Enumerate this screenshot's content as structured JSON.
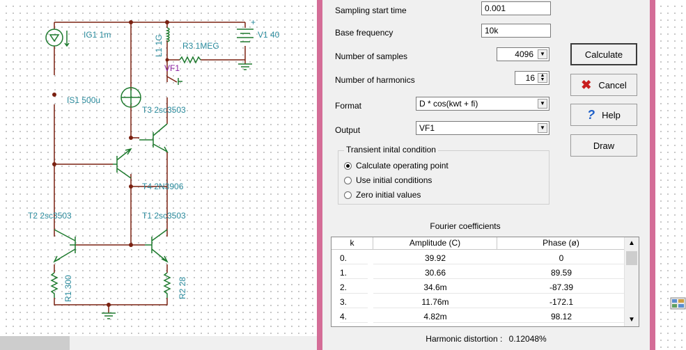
{
  "schematic": {
    "labels": {
      "ig1": "IG1 1m",
      "l1": "L1 1G",
      "r3": "R3 1MEG",
      "v1": "V1 40",
      "vf1": "VF1",
      "is1": "IS1 500u",
      "t3": "T3 2sc3503",
      "t4": "T4 2N3906",
      "t2": "T2 2sc3503",
      "t1": "T1 2sc3503",
      "r1": "R1 300",
      "r2": "R2 28",
      "plus": "+"
    }
  },
  "dialog": {
    "fields": {
      "start_time": {
        "label": "Sampling start time",
        "value": "0.001"
      },
      "base_frequency": {
        "label": "Base frequency",
        "value": "10k"
      },
      "num_samples": {
        "label": "Number of samples",
        "value": "4096"
      },
      "num_harmonics": {
        "label": "Number of harmonics",
        "value": "16"
      },
      "format": {
        "label": "Format",
        "value": "D * cos(kwt + fi)"
      },
      "output": {
        "label": "Output",
        "value": "VF1"
      }
    },
    "buttons": {
      "calculate": "Calculate",
      "cancel": "Cancel",
      "help": "Help",
      "draw": "Draw"
    },
    "transient": {
      "title": "Transient inital condition",
      "options": [
        "Calculate operating point",
        "Use initial conditions",
        "Zero initial values"
      ],
      "selected": 0
    },
    "fourier": {
      "title": "Fourier coefficients",
      "columns": [
        "k",
        "Amplitude (C)",
        "Phase (ø)"
      ],
      "rows": [
        [
          "0.",
          "39.92",
          "0"
        ],
        [
          "1.",
          "30.66",
          "89.59"
        ],
        [
          "2.",
          "34.6m",
          "-87.39"
        ],
        [
          "3.",
          "11.76m",
          "-172.1"
        ],
        [
          "4.",
          "4.82m",
          "98.12"
        ]
      ]
    },
    "distortion": {
      "label": "Harmonic distortion :",
      "value": "0.12048%"
    }
  },
  "colors": {
    "wire": "#7a2010",
    "component": "#1e7a2e",
    "label": "#2a8a9c",
    "net_label": "#8a1ea0",
    "frame": "#d46d97"
  }
}
